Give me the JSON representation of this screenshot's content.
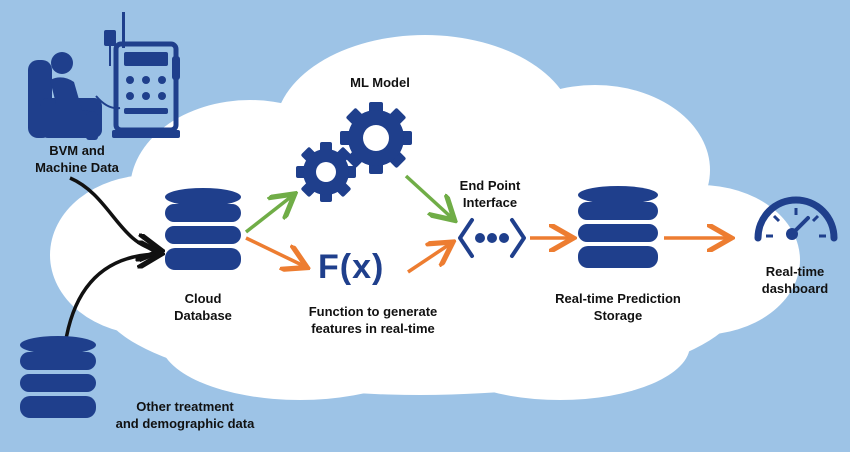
{
  "labels": {
    "bvm": [
      "BVM and",
      "Machine Data"
    ],
    "other": [
      "Other treatment",
      "and demographic data"
    ],
    "cloud_db": [
      "Cloud",
      "Database"
    ],
    "ml_model": "ML Model",
    "function": [
      "Function to generate",
      "features in real-time"
    ],
    "endpoint": [
      "End Point",
      "Interface"
    ],
    "prediction_storage": [
      "Real-time Prediction",
      "Storage"
    ],
    "dashboard": [
      "Real-time",
      "dashboard"
    ]
  },
  "fx_text": "F(x)",
  "icons": [
    "dialysis-patient-icon",
    "database-icon",
    "gears-icon",
    "endpoint-icon",
    "speedometer-icon"
  ],
  "colors": {
    "background": "#9dc3e6",
    "cloud": "#ffffff",
    "icon_blue": "#1f3f8c",
    "green_arrow": "#70ad47",
    "orange_arrow": "#ed7d31",
    "black_arrow": "#111111"
  }
}
